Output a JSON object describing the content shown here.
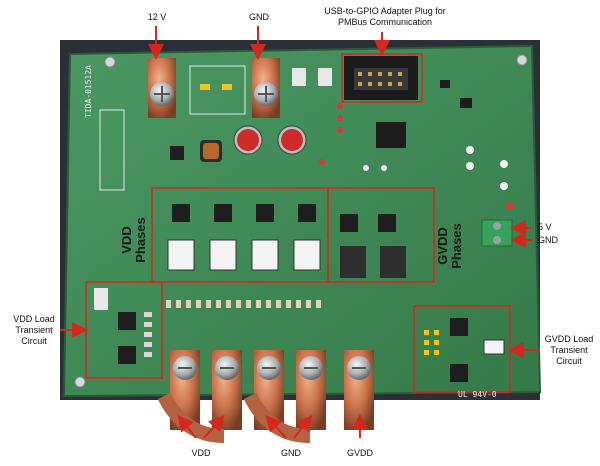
{
  "labels": {
    "v12": "12 V",
    "gnd_top": "GND",
    "usb_line1": "USB-to-GPIO Adapter Plug for",
    "usb_line2": "PMBus Communication",
    "v5": "5 V",
    "gnd_right": "GND",
    "vdd_load_1": "VDD Load",
    "vdd_load_2": "Transient",
    "vdd_load_3": "Circuit",
    "gvdd_load_1": "GVDD Load",
    "gvdd_load_2": "Transient",
    "gvdd_load_3": "Circuit",
    "vdd_bottom": "VDD",
    "gnd_bottom": "GND",
    "gvdd_bottom": "GVDD",
    "vdd_phases_1": "VDD",
    "vdd_phases_2": "Phases",
    "gvdd_phases_1": "GVDD",
    "gvdd_phases_2": "Phases"
  },
  "silkscreen": {
    "board_id": "TIDA-01512A",
    "ul_mark": "UL 94V-0"
  },
  "colors": {
    "callout_red": "#d7261e",
    "pcb_green": "#3f8a56",
    "copper": "#c8714a"
  }
}
